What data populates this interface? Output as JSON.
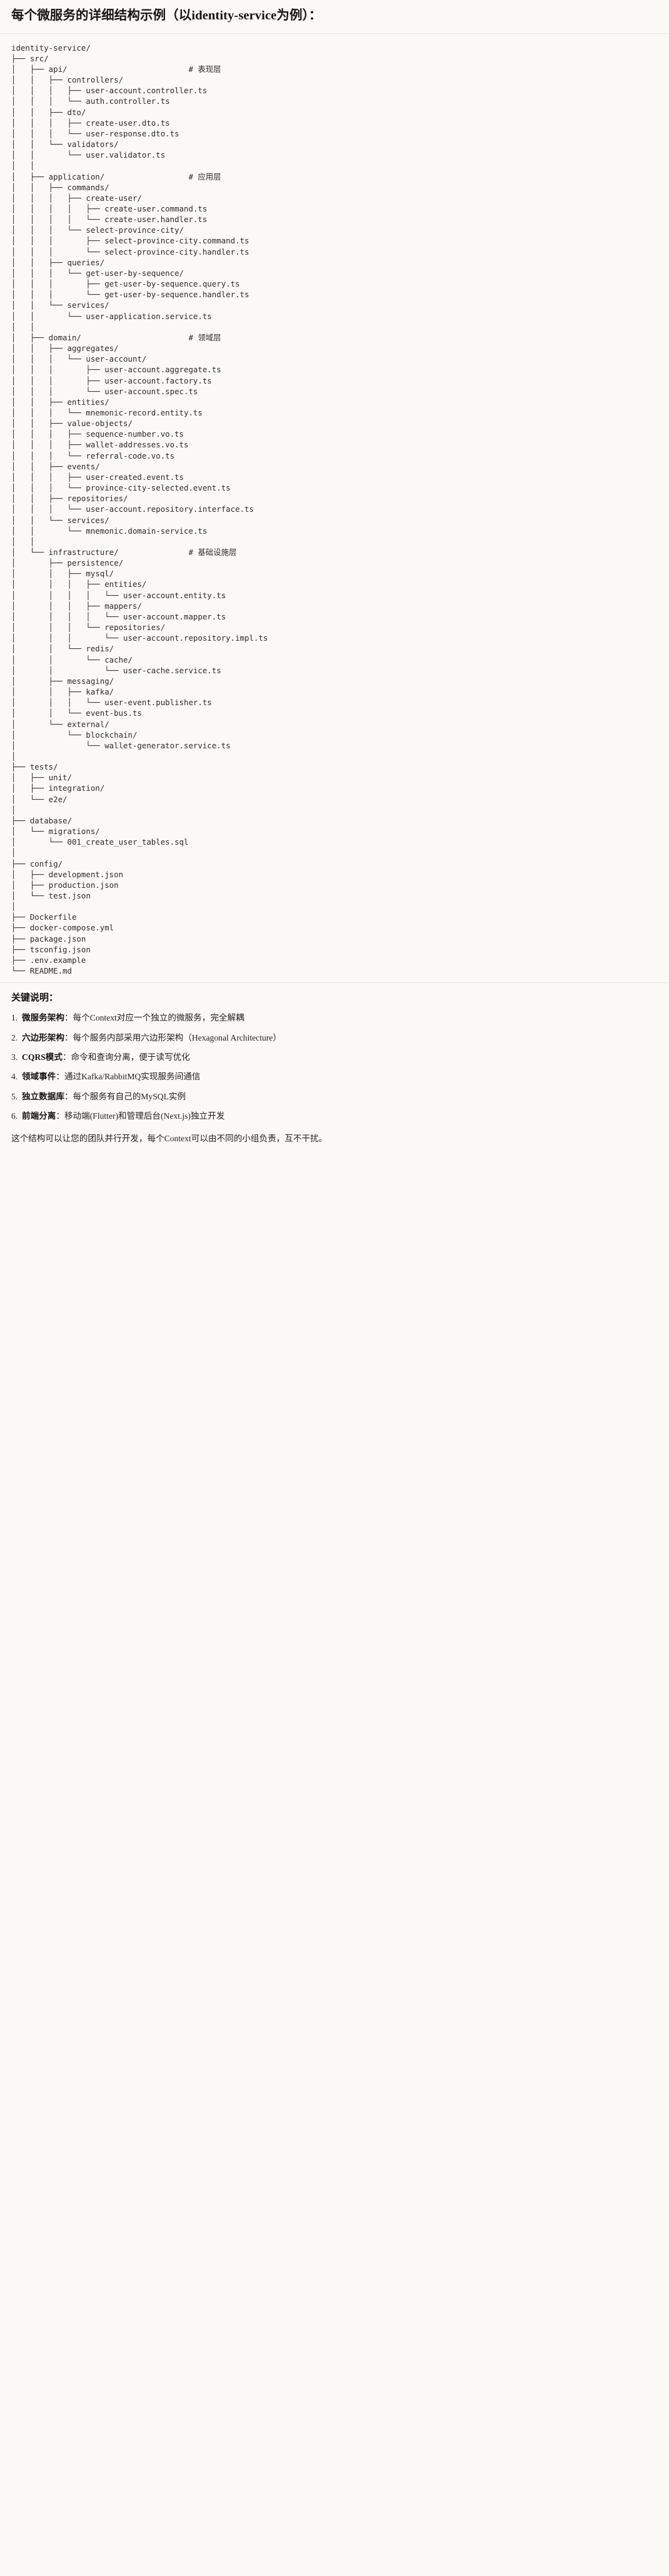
{
  "title": "每个微服务的详细结构示例（以identity-service为例）：",
  "tree": {
    "root": "identity-service/",
    "lines": [
      "identity-service/",
      "├── src/",
      "│   ├── api/                          # 表现层",
      "│   │   ├── controllers/",
      "│   │   │   ├── user-account.controller.ts",
      "│   │   │   └── auth.controller.ts",
      "│   │   ├── dto/",
      "│   │   │   ├── create-user.dto.ts",
      "│   │   │   └── user-response.dto.ts",
      "│   │   └── validators/",
      "│   │       └── user.validator.ts",
      "│   │",
      "│   ├── application/                  # 应用层",
      "│   │   ├── commands/",
      "│   │   │   ├── create-user/",
      "│   │   │   │   ├── create-user.command.ts",
      "│   │   │   │   └── create-user.handler.ts",
      "│   │   │   └── select-province-city/",
      "│   │   │       ├── select-province-city.command.ts",
      "│   │   │       └── select-province-city.handler.ts",
      "│   │   ├── queries/",
      "│   │   │   └── get-user-by-sequence/",
      "│   │   │       ├── get-user-by-sequence.query.ts",
      "│   │   │       └── get-user-by-sequence.handler.ts",
      "│   │   └── services/",
      "│   │       └── user-application.service.ts",
      "│   │",
      "│   ├── domain/                       # 领域层",
      "│   │   ├── aggregates/",
      "│   │   │   └── user-account/",
      "│   │   │       ├── user-account.aggregate.ts",
      "│   │   │       ├── user-account.factory.ts",
      "│   │   │       └── user-account.spec.ts",
      "│   │   ├── entities/",
      "│   │   │   └── mnemonic-record.entity.ts",
      "│   │   ├── value-objects/",
      "│   │   │   ├── sequence-number.vo.ts",
      "│   │   │   ├── wallet-addresses.vo.ts",
      "│   │   │   └── referral-code.vo.ts",
      "│   │   ├── events/",
      "│   │   │   ├── user-created.event.ts",
      "│   │   │   └── province-city-selected.event.ts",
      "│   │   ├── repositories/",
      "│   │   │   └── user-account.repository.interface.ts",
      "│   │   └── services/",
      "│   │       └── mnemonic.domain-service.ts",
      "│   │",
      "│   └── infrastructure/               # 基础设施层",
      "│       ├── persistence/",
      "│       │   ├── mysql/",
      "│       │   │   ├── entities/",
      "│       │   │   │   └── user-account.entity.ts",
      "│       │   │   ├── mappers/",
      "│       │   │   │   └── user-account.mapper.ts",
      "│       │   │   └── repositories/",
      "│       │   │       └── user-account.repository.impl.ts",
      "│       │   └── redis/",
      "│       │       └── cache/",
      "│       │           └── user-cache.service.ts",
      "│       ├── messaging/",
      "│       │   ├── kafka/",
      "│       │   │   └── user-event.publisher.ts",
      "│       │   └── event-bus.ts",
      "│       └── external/",
      "│           └── blockchain/",
      "│               └── wallet-generator.service.ts",
      "│",
      "├── tests/",
      "│   ├── unit/",
      "│   ├── integration/",
      "│   └── e2e/",
      "│",
      "├── database/",
      "│   └── migrations/",
      "│       └── 001_create_user_tables.sql",
      "│",
      "├── config/",
      "│   ├── development.json",
      "│   ├── production.json",
      "│   └── test.json",
      "│",
      "├── Dockerfile",
      "├── docker-compose.yml",
      "├── package.json",
      "├── tsconfig.json",
      "├── .env.example",
      "└── README.md"
    ],
    "comments": {
      "api": "# 表现层",
      "application": "# 应用层",
      "domain": "# 领域层",
      "infrastructure": "# 基础设施层"
    }
  },
  "notes": {
    "heading": "关键说明：",
    "items": [
      {
        "term": "微服务架构",
        "desc": "：每个Context对应一个独立的微服务，完全解耦"
      },
      {
        "term": "六边形架构",
        "desc": "：每个服务内部采用六边形架构（Hexagonal Architecture）"
      },
      {
        "term": "CQRS模式",
        "desc": "：命令和查询分离，便于读写优化"
      },
      {
        "term": "领域事件",
        "desc": "：通过Kafka/RabbitMQ实现服务间通信"
      },
      {
        "term": "独立数据库",
        "desc": "：每个服务有自己的MySQL实例"
      },
      {
        "term": "前端分离",
        "desc": "：移动端(Flutter)和管理后台(Next.js)独立开发"
      }
    ],
    "closing": "这个结构可以让您的团队并行开发，每个Context可以由不同的小组负责，互不干扰。"
  },
  "colors": {
    "page_background": "#faf9f5",
    "text": "#1f1f1d",
    "code_text": "#2b2b29",
    "divider": "#e6e3db"
  }
}
